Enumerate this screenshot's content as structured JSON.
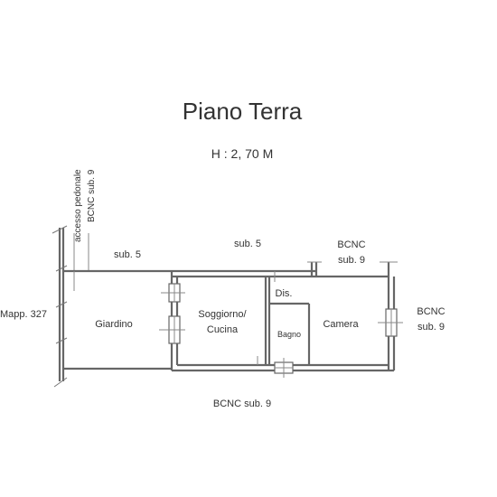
{
  "plan": {
    "title": "Piano Terra",
    "height_label": "H : 2, 70 M",
    "labels": {
      "accesso": "accesso pedonale",
      "bcnc_sub9_vertical": "BCNC sub. 9",
      "sub5_left": "sub. 5",
      "sub5_top": "sub. 5",
      "bcnc_top_line1": "BCNC",
      "bcnc_top_line2": "sub. 9",
      "mapp": "Mapp. 327",
      "giardino": "Giardino",
      "soggiorno_line1": "Soggiorno/",
      "soggiorno_line2": "Cucina",
      "dis": "Dis.",
      "bagno": "Bagno",
      "camera": "Camera",
      "bcnc_right_line1": "BCNC",
      "bcnc_right_line2": "sub. 9",
      "bcnc_bottom": "BCNC sub. 9"
    }
  }
}
